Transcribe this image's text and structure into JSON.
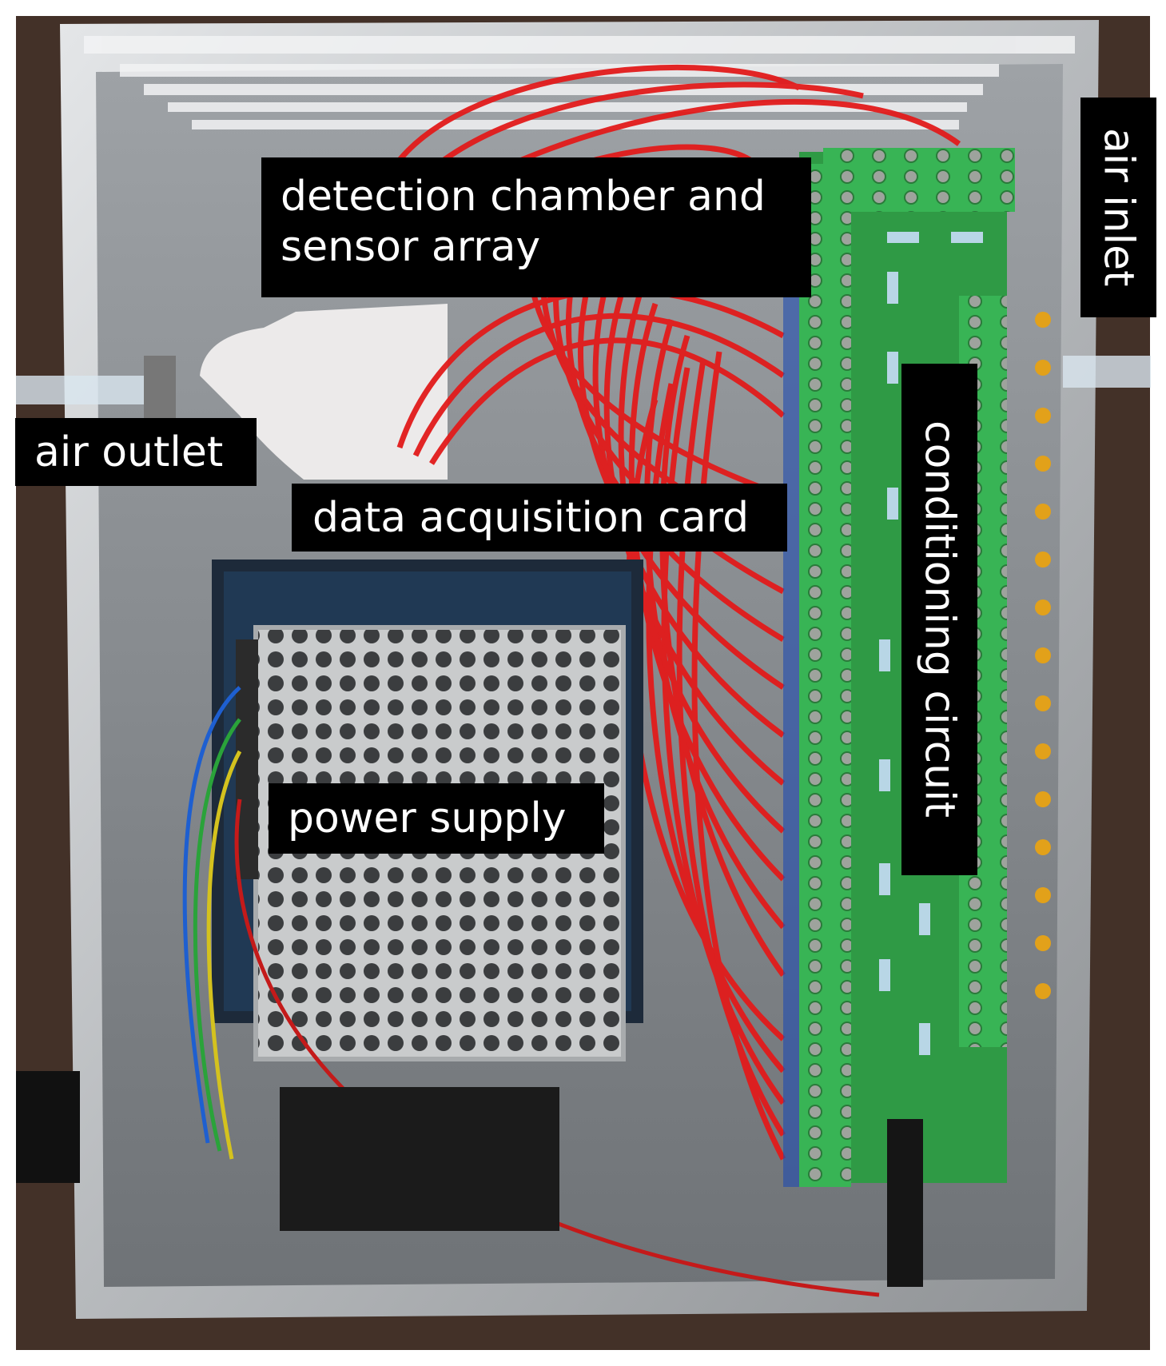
{
  "figure": {
    "labels": {
      "detection_chamber": "detection chamber and\nsensor array",
      "air_inlet": "air inlet",
      "air_outlet": "air outlet",
      "data_acquisition_card": "data acquisition card",
      "conditioning_circuit": "conditioning circuit",
      "power_supply": "power supply"
    }
  }
}
